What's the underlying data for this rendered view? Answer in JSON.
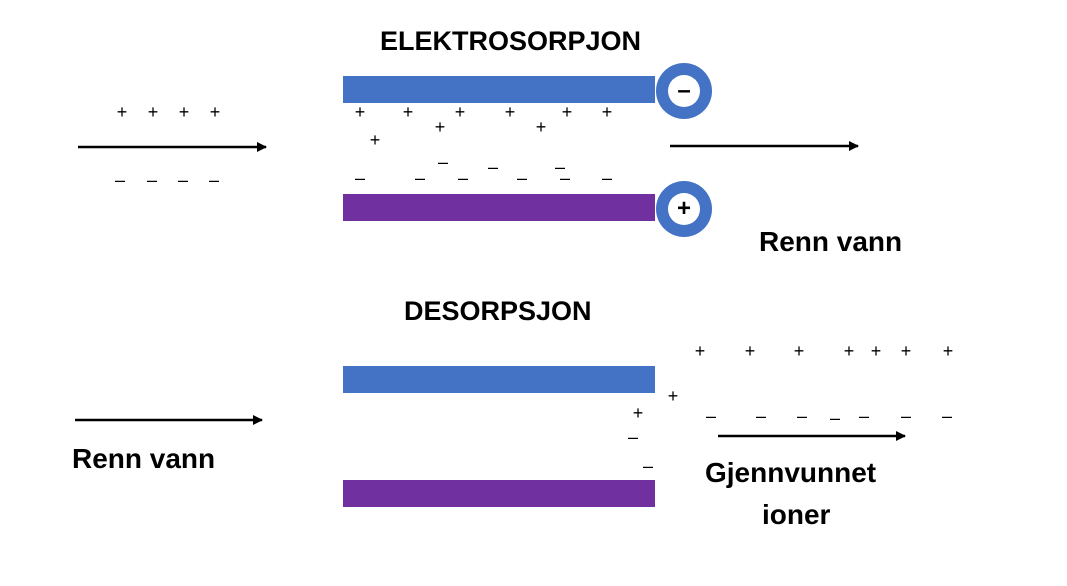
{
  "titles": {
    "top": "ELEKTROSORPJON",
    "bottom": "DESORPSJON"
  },
  "labels": {
    "clean_water_out": "Renn vann",
    "clean_water_in": "Renn vann",
    "recovered_ions_line1": "Gjennvunnet",
    "recovered_ions_line2": "ioner"
  },
  "symbols": {
    "positive": "+",
    "negative": "–"
  },
  "terminals": {
    "top_plate": "–",
    "bottom_plate": "+"
  },
  "colors": {
    "negative_plate": "#4472C4",
    "positive_plate": "#7030A0",
    "terminal_ring": "#4472C4"
  }
}
